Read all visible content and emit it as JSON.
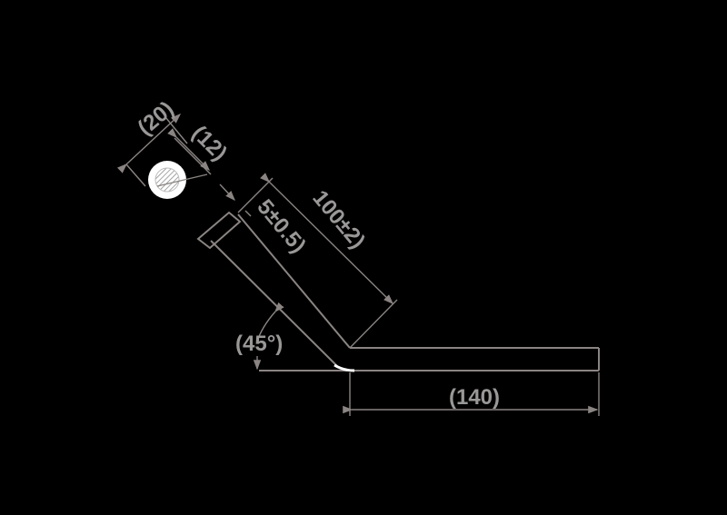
{
  "drawing": {
    "dimensions": {
      "outer_diameter": "(20)",
      "inner_diameter": "(12)",
      "end_cap": "5±0.5)",
      "angled_length": "100±2)",
      "bend_angle": "(45°)",
      "straight_length": "(140)"
    },
    "colors": {
      "background": "#000000",
      "line": "#8a8482",
      "text": "#9a9897"
    }
  }
}
